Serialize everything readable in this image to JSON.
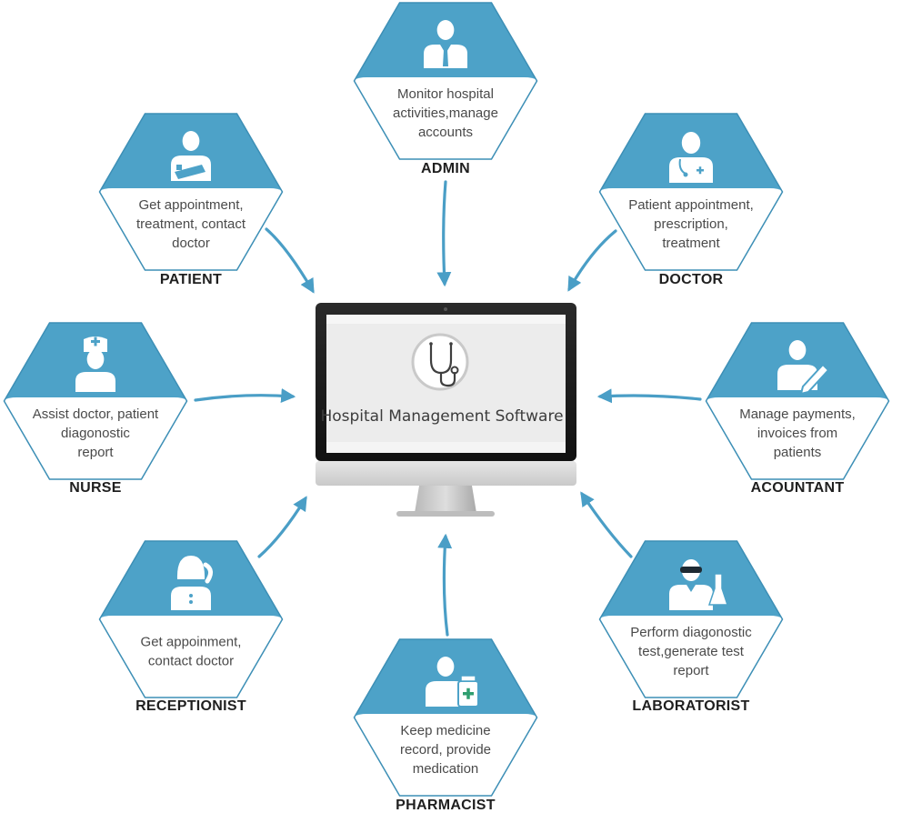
{
  "colors": {
    "hex_fill": "#4da2c8",
    "hex_outline": "#3d8fb6",
    "arrow": "#4a9ec6",
    "icon": "#ffffff",
    "text": "#4a4a4a",
    "label": "#1f1f1f"
  },
  "center": {
    "title": "Hospital Management Software",
    "icon": "stethoscope-icon"
  },
  "roles": [
    {
      "id": "admin",
      "label": "ADMIN",
      "icon": "admin-person-icon",
      "description": [
        "Monitor hospital",
        "activities,manage",
        "accounts"
      ]
    },
    {
      "id": "patient",
      "label": "PATIENT",
      "icon": "patient-icon",
      "description": [
        "Get appointment,",
        "treatment, contact",
        "doctor"
      ]
    },
    {
      "id": "doctor",
      "label": "DOCTOR",
      "icon": "doctor-icon",
      "description": [
        "Patient appointment,",
        "prescription,",
        "treatment"
      ]
    },
    {
      "id": "nurse",
      "label": "NURSE",
      "icon": "nurse-icon",
      "description": [
        "Assist doctor, patient",
        "diagonostic",
        "report"
      ]
    },
    {
      "id": "accountant",
      "label": "ACOUNTANT",
      "icon": "accountant-icon",
      "description": [
        "Manage payments,",
        "invoices from",
        "patients"
      ]
    },
    {
      "id": "receptionist",
      "label": "RECEPTIONIST",
      "icon": "receptionist-icon",
      "description": [
        "Get appoinment,",
        "contact doctor"
      ]
    },
    {
      "id": "laboratorist",
      "label": "LABORATORIST",
      "icon": "laboratorist-icon",
      "description": [
        "Perform diagonostic",
        "test,generate test",
        "report"
      ]
    },
    {
      "id": "pharmacist",
      "label": "PHARMACIST",
      "icon": "pharmacist-icon",
      "description": [
        "Keep medicine",
        "record, provide",
        "medication"
      ]
    }
  ]
}
